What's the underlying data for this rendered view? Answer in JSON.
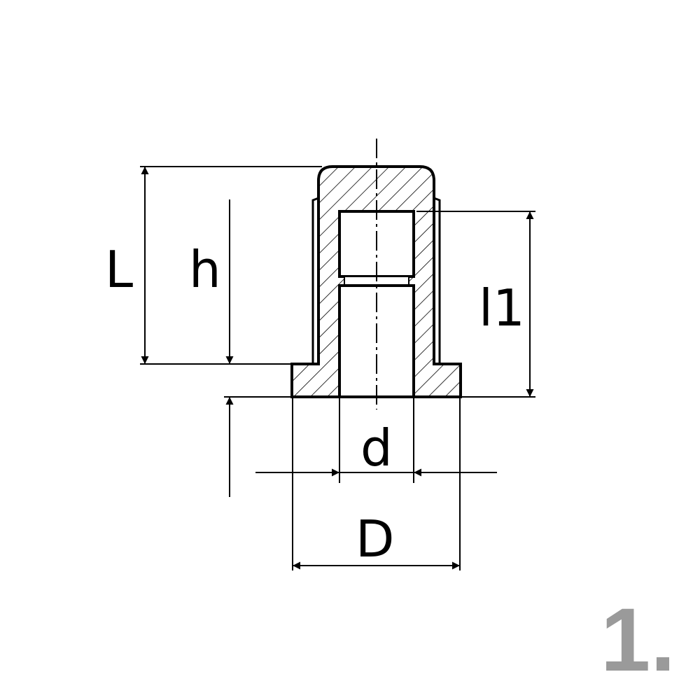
{
  "labels": {
    "L": "L",
    "h": "h",
    "l1": "l1",
    "d": "d",
    "D": "D"
  },
  "figure_number": "1.",
  "colors": {
    "line": "#000000",
    "figure_number": "#9a9a9a"
  }
}
